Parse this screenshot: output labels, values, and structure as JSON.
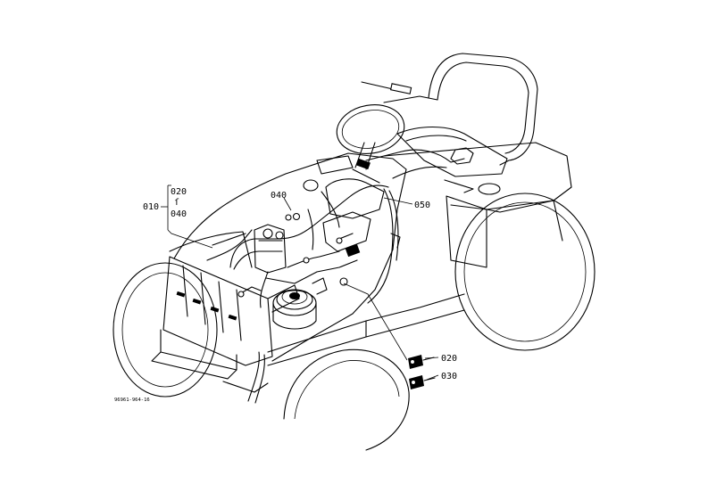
{
  "callouts": {
    "c010": "010",
    "c020_top": "020",
    "c_range": "ſ",
    "c040_group": "040",
    "c040": "040",
    "c050": "050",
    "c020": "020",
    "c030": "030"
  },
  "drawing_code": "96961-964-16"
}
